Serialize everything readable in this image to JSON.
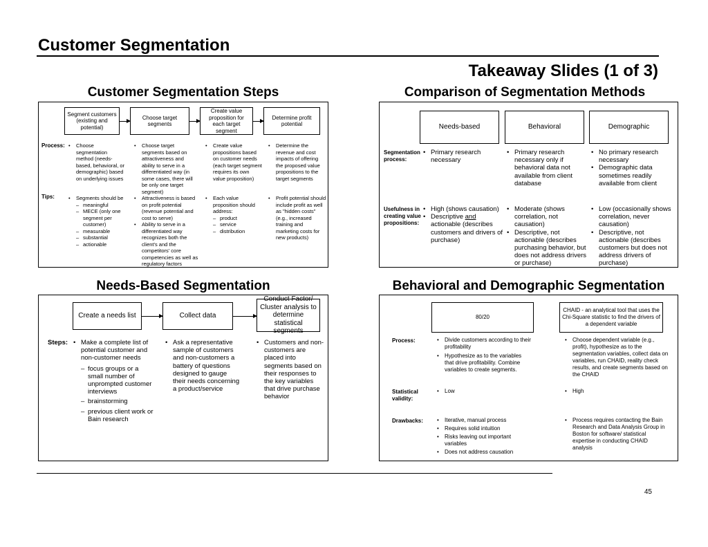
{
  "page": {
    "title": "Customer Segmentation",
    "subtitle": "Takeaway Slides (1 of 3)",
    "page_number": "45"
  },
  "steps": {
    "heading": "Customer Segmentation Steps",
    "boxes": [
      "Segment customers (existing and potential)",
      "Choose target segments",
      "Create value proposition for each target segment",
      "Determine profit potential"
    ],
    "process_label": "Process:",
    "tips_label": "Tips:",
    "process": [
      "Choose segmentation method (needs-based, behavioral, or demographic) based on underlying issues",
      "Choose target segments based on attractiveness and ability to serve in a differentiated way (in some cases, there will be only one target segment)",
      "Create value propositions based on customer needs (each target segment requires its own value proposition)",
      "Determine the revenue and cost impacts of offering the proposed value propositions to the target segments"
    ],
    "tips": {
      "col1": {
        "text": "Segments should be",
        "subs": [
          "meaningful",
          "MECE (only one segment per customer)",
          "measurable",
          "substantial",
          "actionable"
        ]
      },
      "col2": [
        "Attractiveness is based on profit potential (revenue potential and cost to serve)",
        "Ability to serve in a differentiated way recognizes both the client's and the competitors' core competencies as well as regulatory factors"
      ],
      "col3": {
        "text": "Each value proposition should address:",
        "subs": [
          "product",
          "service",
          "distribution"
        ]
      },
      "col4": "Profit potential should include profit as well as \"hidden costs\" (e.g., increased training and marketing costs for new products)"
    }
  },
  "comparison": {
    "heading": "Comparison of Segmentation Methods",
    "columns": [
      "Needs-based",
      "Behavioral",
      "Demographic"
    ],
    "row1_label": "Segmentation process:",
    "row2_label": "Usefulness in creating value propositions:",
    "needs": {
      "r1": [
        "Primary research necessary"
      ],
      "r2_1": "High (shows causation)",
      "r2_2a": "Descriptive ",
      "r2_2u": "and",
      "r2_2b": " actionable (describes customers and drivers of purchase)"
    },
    "behavioral": {
      "r1": [
        "Primary research necessary only if behavioral data not available from client database"
      ],
      "r2": [
        "Moderate (shows correlation, not causation)",
        "Descriptive, not actionable (describes purchasing behavior, but does not address drivers or purchase)"
      ]
    },
    "demographic": {
      "r1": [
        "No primary research necessary",
        "Demographic data sometimes readily available from client"
      ],
      "r2": [
        "Low (occasionally shows correlation, never causation)",
        "Descriptive, not actionable (describes customers but does not address drivers of purchase)"
      ]
    }
  },
  "needs_based": {
    "heading": "Needs-Based Segmentation",
    "boxes": [
      "Create a needs list",
      "Collect data",
      "Conduct Factor/ Cluster analysis to determine statistical segments"
    ],
    "steps_label": "Steps:",
    "col1": {
      "text": "Make a complete list of potential customer and non-customer needs",
      "subs": [
        "focus groups or a small number of unprompted customer interviews",
        "brainstorming",
        "previous client work or Bain research"
      ]
    },
    "col2": "Ask a representative sample of customers and non-customers a battery of questions designed to gauge their needs concerning a product/service",
    "col3": "Customers and non-customers are placed into segments based on their responses to the key variables that drive purchase behavior"
  },
  "behavioral_demo": {
    "heading": "Behavioral and Demographic Segmentation",
    "boxes": [
      "80/20",
      "CHAID - an analytical tool that uses the Chi-Square statistic to find the drivers of a dependent variable"
    ],
    "labels": [
      "Process:",
      "Statistical validity:",
      "Drawbacks:"
    ],
    "left": {
      "process": [
        "Divide customers according to their profitability",
        "Hypothesize as to the variables that drive profitability.  Combine variables to create segments."
      ],
      "validity": [
        "Low"
      ],
      "drawbacks": [
        "Iterative, manual process",
        "Requires solid intuition",
        "Risks leaving out important variables",
        "Does not address causation"
      ]
    },
    "right": {
      "process": [
        "Choose dependent variable (e.g., profit), hypothesize as to the segmentation variables, collect data on variables, run CHAID, reality check results, and create segments based on the CHAID"
      ],
      "validity": [
        "High"
      ],
      "drawbacks": [
        "Process requires contacting the Bain Research and Data Analysis Group in Boston for software/ statistical expertise in conducting CHAID analysis"
      ]
    }
  }
}
